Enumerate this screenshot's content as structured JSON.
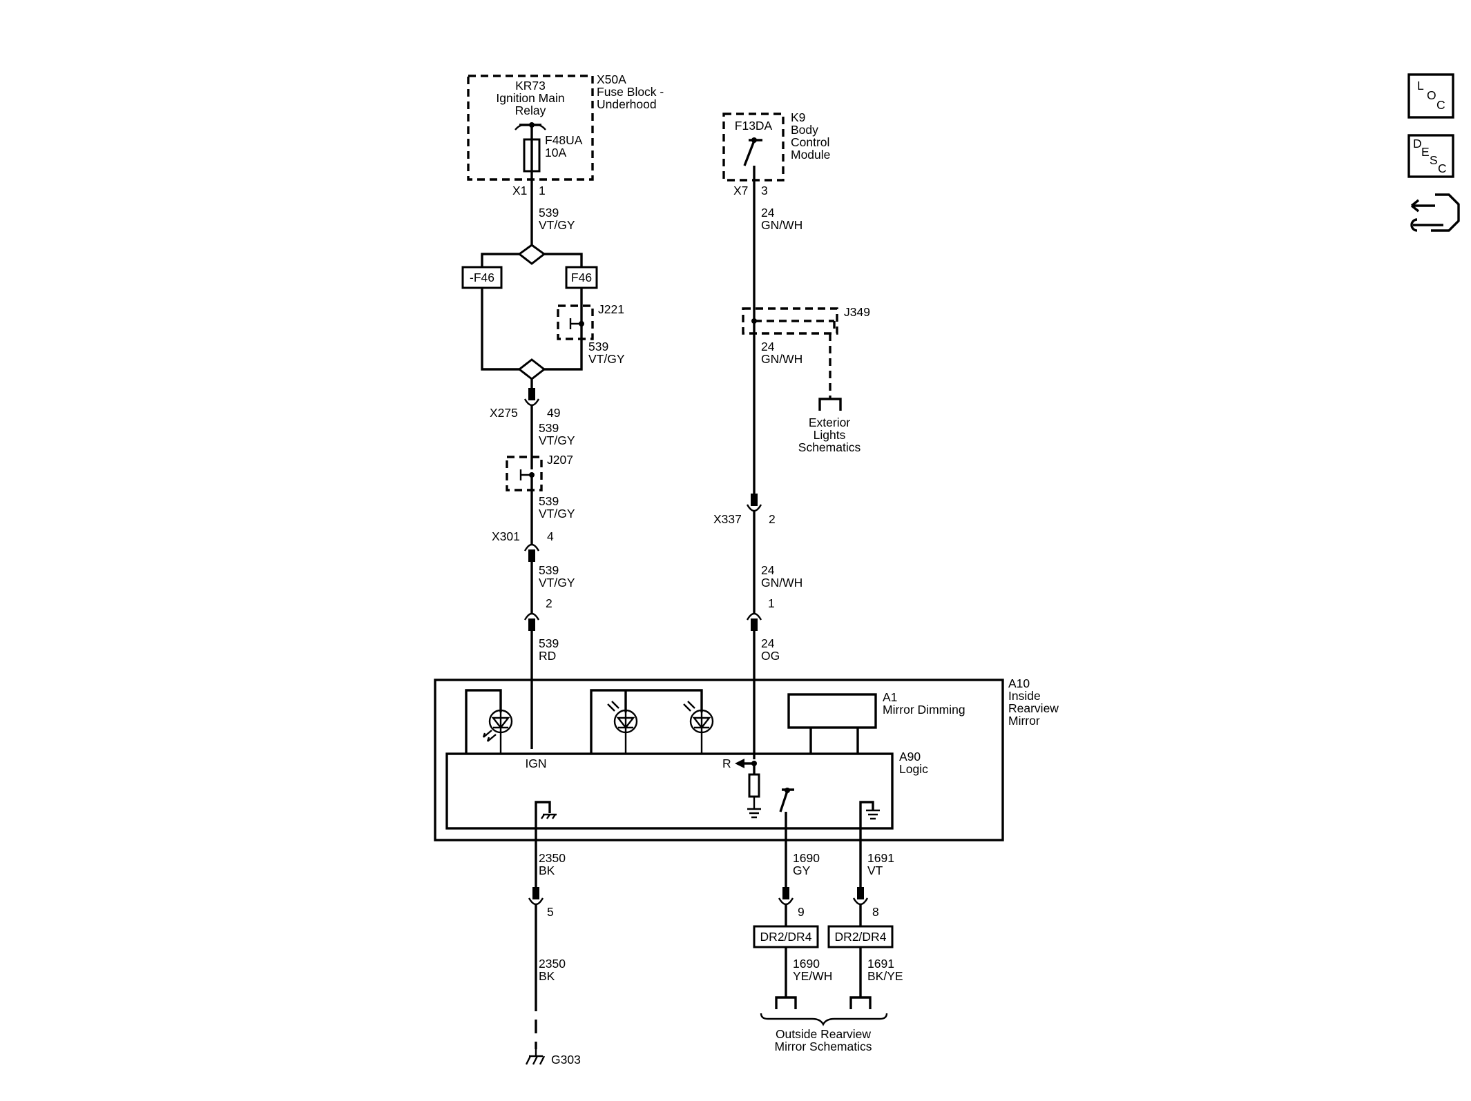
{
  "components": {
    "x50a": {
      "ref": "X50A",
      "name1": "Fuse Block -",
      "name2": "Underhood"
    },
    "kr73": {
      "ref": "KR73",
      "name1": "Ignition Main",
      "name2": "Relay"
    },
    "f48ua": {
      "ref": "F48UA",
      "rating": "10A"
    },
    "k9": {
      "ref": "K9",
      "name1": "Body",
      "name2": "Control",
      "name3": "Module"
    },
    "f13da": {
      "ref": "F13DA"
    },
    "a10": {
      "ref": "A10",
      "name1": "Inside",
      "name2": "Rearview",
      "name3": "Mirror"
    },
    "a1": {
      "ref": "A1",
      "name": "Mirror Dimming"
    },
    "a90": {
      "ref": "A90",
      "name": "Logic",
      "pin_ign": "IGN",
      "pin_r": "R"
    },
    "option_left": "-F46",
    "option_right": "F46",
    "dr_left": "DR2/DR4",
    "dr_right": "DR2/DR4",
    "ground": "G303"
  },
  "connectors": {
    "x1": {
      "ref": "X1",
      "pin": "1"
    },
    "x7": {
      "ref": "X7",
      "pin": "3"
    },
    "x275": {
      "ref": "X275",
      "pin": "49"
    },
    "x301": {
      "ref": "X301",
      "pin": "4"
    },
    "x301b": {
      "pin": "2"
    },
    "x337": {
      "ref": "X337",
      "pin": "2"
    },
    "x337b": {
      "pin": "1"
    },
    "c5": {
      "pin": "5"
    },
    "c9": {
      "pin": "9"
    },
    "c8": {
      "pin": "8"
    }
  },
  "splices": {
    "j221": "J221",
    "j207": "J207",
    "j349": "J349"
  },
  "wires": {
    "w1": {
      "circuit": "539",
      "color": "VT/GY"
    },
    "w2": {
      "circuit": "539",
      "color": "VT/GY"
    },
    "w3": {
      "circuit": "539",
      "color": "VT/GY"
    },
    "w4": {
      "circuit": "539",
      "color": "VT/GY"
    },
    "w5": {
      "circuit": "539",
      "color": "VT/GY"
    },
    "w6": {
      "circuit": "539",
      "color": "RD"
    },
    "w7": {
      "circuit": "24",
      "color": "GN/WH"
    },
    "w8": {
      "circuit": "24",
      "color": "GN/WH"
    },
    "w9": {
      "circuit": "24",
      "color": "GN/WH"
    },
    "w10": {
      "circuit": "24",
      "color": "OG"
    },
    "w11": {
      "circuit": "2350",
      "color": "BK"
    },
    "w12": {
      "circuit": "2350",
      "color": "BK"
    },
    "w13": {
      "circuit": "1690",
      "color": "GY"
    },
    "w14": {
      "circuit": "1691",
      "color": "VT"
    },
    "w15": {
      "circuit": "1690",
      "color": "YE/WH"
    },
    "w16": {
      "circuit": "1691",
      "color": "BK/YE"
    }
  },
  "references": {
    "exterior": {
      "line1": "Exterior",
      "line2": "Lights",
      "line3": "Schematics"
    },
    "outside": {
      "line1": "Outside Rearview",
      "line2": "Mirror Schematics"
    }
  },
  "nav": {
    "loc": {
      "l1": "L",
      "l2": "O",
      "l3": "C"
    },
    "desc": {
      "l1": "D",
      "l2": "E",
      "l3": "S",
      "l4": "C"
    },
    "icon": "connector-wrench-icon"
  }
}
